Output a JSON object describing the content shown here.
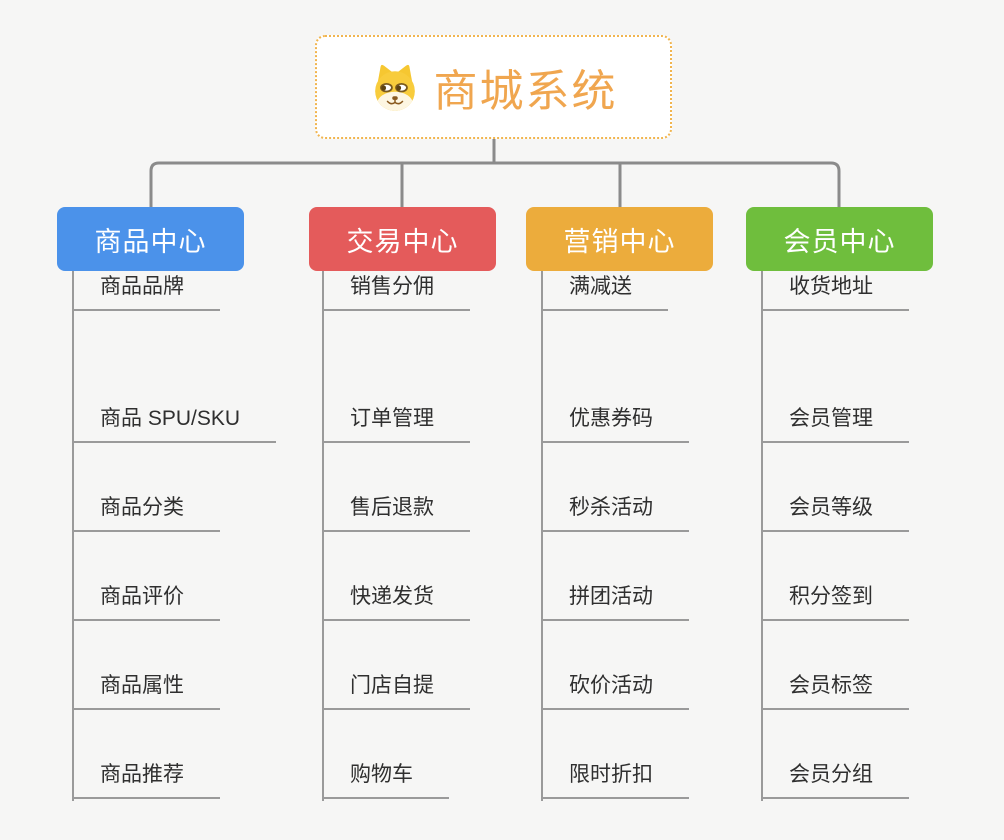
{
  "root": {
    "title": "商城系统",
    "icon": "doge-icon"
  },
  "branches": [
    {
      "label": "商品中心",
      "color": "#4b92ea",
      "children": [
        "商品 SPU/SKU",
        "商品分类",
        "商品评价",
        "商品属性",
        "商品推荐",
        "商品品牌"
      ]
    },
    {
      "label": "交易中心",
      "color": "#e45b5b",
      "children": [
        "订单管理",
        "售后退款",
        "快递发货",
        "门店自提",
        "购物车",
        "销售分佣"
      ]
    },
    {
      "label": "营销中心",
      "color": "#ecac3c",
      "children": [
        "优惠券码",
        "秒杀活动",
        "拼团活动",
        "砍价活动",
        "限时折扣",
        "满减送"
      ]
    },
    {
      "label": "会员中心",
      "color": "#6fbe3d",
      "children": [
        "会员管理",
        "会员等级",
        "积分签到",
        "会员标签",
        "会员分组",
        "收货地址"
      ]
    }
  ],
  "colors": {
    "page_background": "#f6f6f5",
    "root_text": "#f0a64f",
    "root_border": "#f1b54f",
    "connector": "#8b8b8b",
    "underline": "#9a9a9a",
    "child_text": "#2f2f2f"
  }
}
